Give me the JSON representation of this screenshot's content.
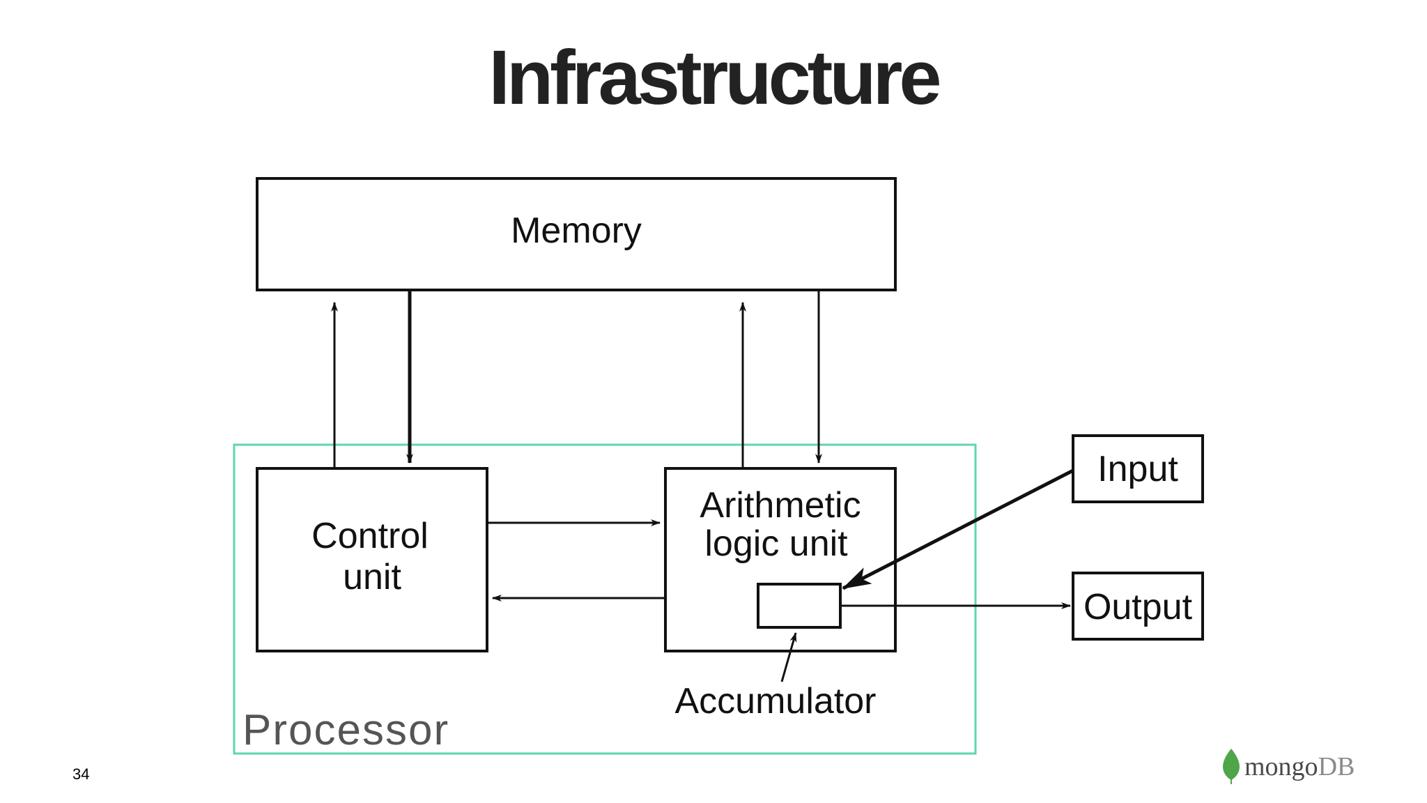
{
  "slide": {
    "title": "Infrastructure",
    "page_number": "34"
  },
  "diagram": {
    "memory_label": "Memory",
    "control_unit_label_line1": "Control",
    "control_unit_label_line2": "unit",
    "alu_label_line1": "Arithmetic",
    "alu_label_line2": "logic unit",
    "accumulator_label": "Accumulator",
    "input_label": "Input",
    "output_label": "Output",
    "processor_label": "Processor"
  },
  "brand": {
    "logo_text_primary": "mongo",
    "logo_text_secondary": "DB",
    "leaf_color": "#4fa64a",
    "text_color": "#4a4a4a",
    "secondary_color": "#8a8a8a"
  },
  "colors": {
    "processor_border": "#5ed6b0",
    "line": "#111111",
    "title": "#222222"
  }
}
